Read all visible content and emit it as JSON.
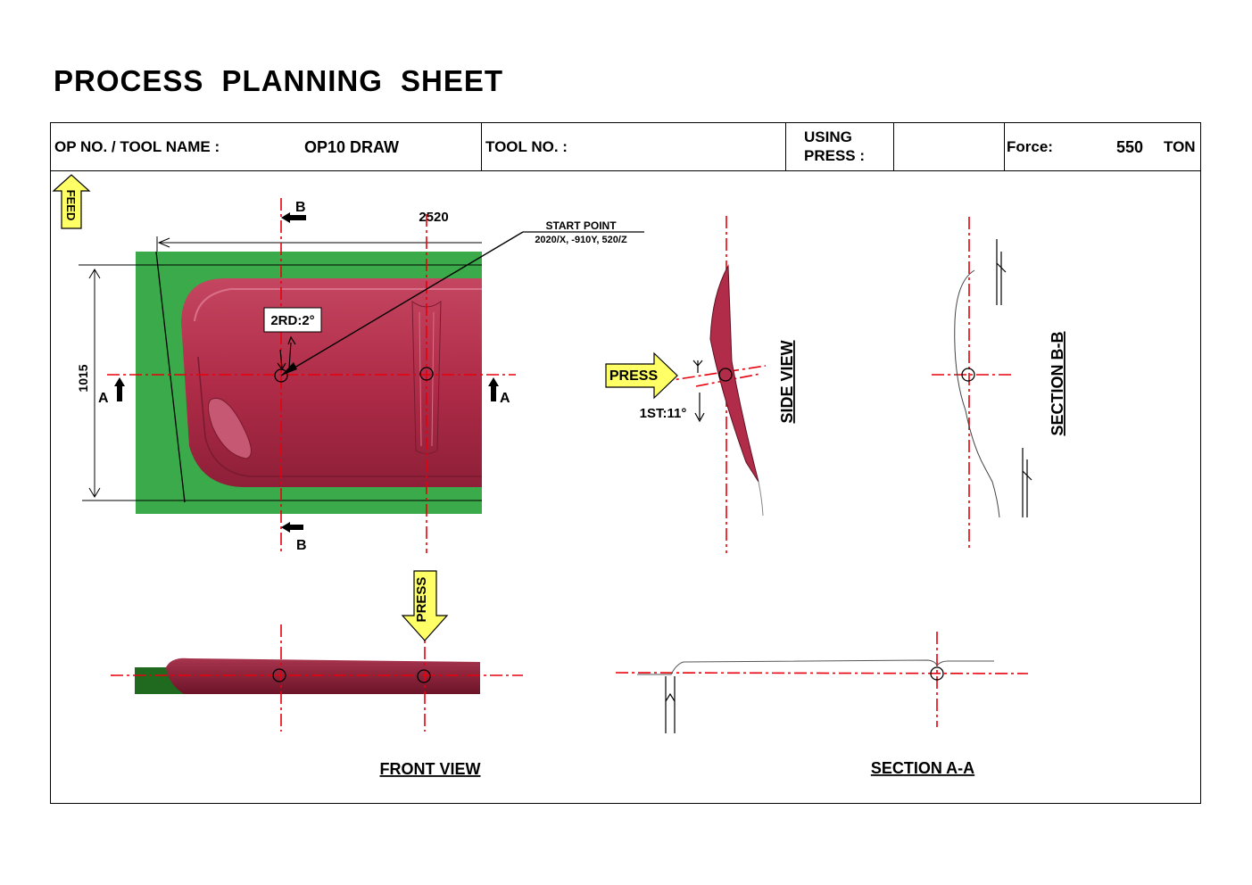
{
  "title": "PROCESS  PLANNING  SHEET",
  "header": {
    "op_label": "OP NO. / TOOL NAME :",
    "op_value": "OP10 DRAW",
    "tool_label": "TOOL NO. :",
    "tool_value": "",
    "press_label_line1": "USING",
    "press_label_line2": "PRESS :",
    "press_value": "",
    "force_label": "Force:",
    "force_value": "550",
    "force_unit": "TON"
  },
  "drawing": {
    "feed_label": "FEED",
    "section_b_top": "B",
    "section_b_bottom": "B",
    "section_a_left": "A",
    "section_a_right": "A",
    "length_dim": "2520",
    "width_dim": "1015",
    "start_point_label": "START POINT",
    "start_point_coords": "2020/X, -910Y, 520/Z",
    "angle_2rd": "2RD:2°",
    "angle_1st": "1ST:11°",
    "press_side": "PRESS",
    "press_front": "PRESS",
    "side_view_label": "SIDE  VIEW",
    "section_bb_label": "SECTION B-B",
    "front_view_label": "FRONT VIEW",
    "section_aa_label": "SECTION A-A"
  },
  "colors": {
    "binder_green": "#3aaa4a",
    "panel_red": "#b8324e",
    "centerline_red": "#e8000c",
    "arrow_yellow": "#ffff66"
  }
}
